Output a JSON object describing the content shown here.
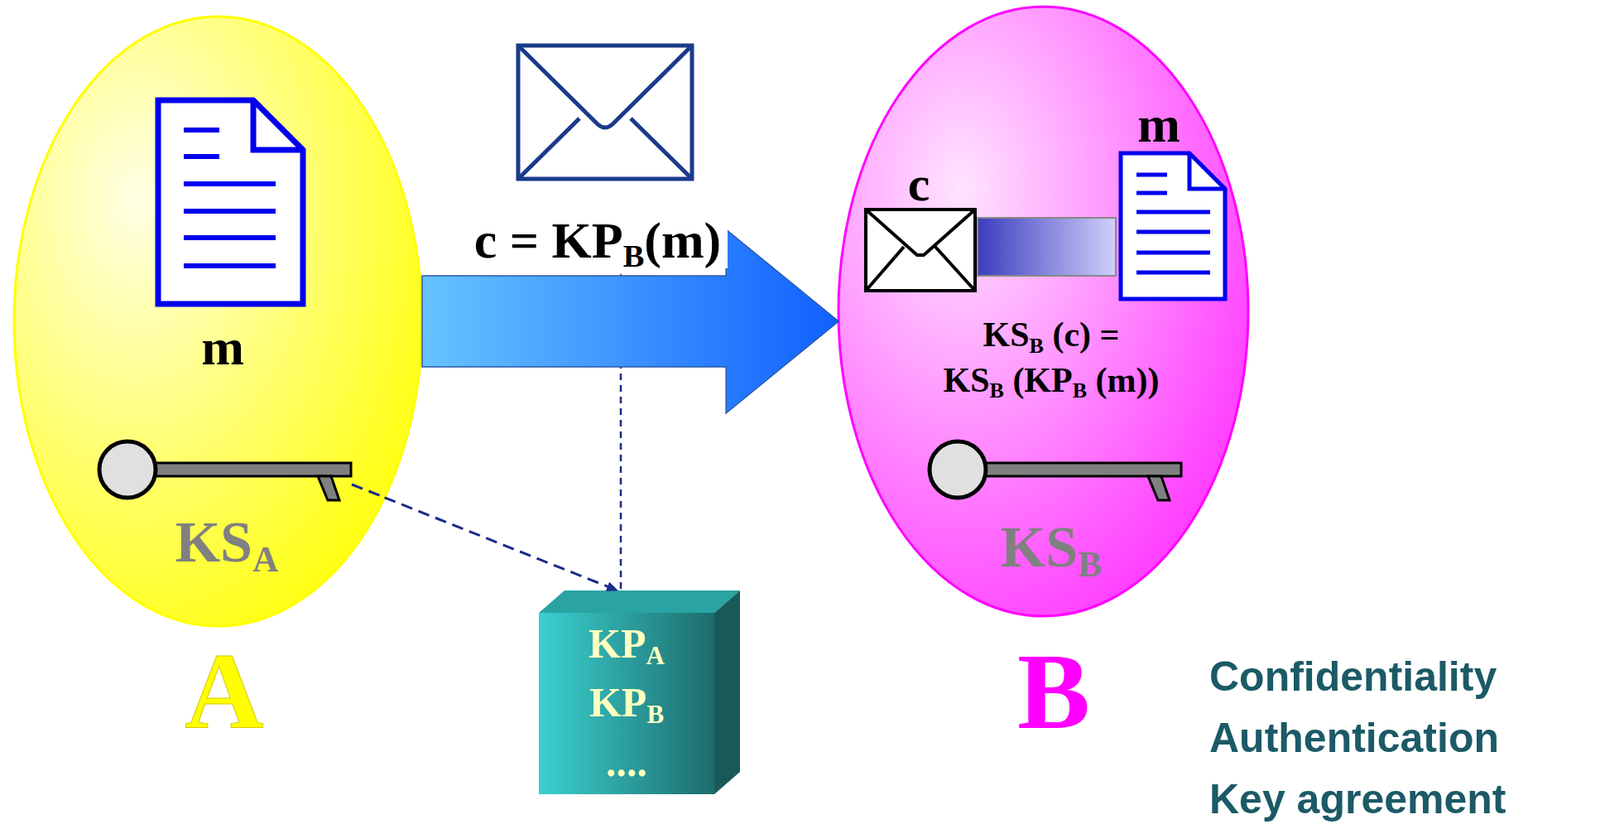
{
  "diagram": {
    "nodes": [
      {
        "text": [
          "m",
          "KSA",
          "A"
        ]
      },
      {
        "text": [
          "c",
          "m",
          "KSB (c) = KSB (KPB (m))",
          "KSB",
          "B"
        ]
      },
      {
        "text": [
          "KPA",
          "KPB",
          "...."
        ]
      }
    ],
    "edges": [
      {
        "from": 0,
        "to": 1,
        "arrow": "to",
        "label": "c = KPB(m)"
      },
      {
        "from": 0,
        "to": 2,
        "arrow": "to"
      }
    ],
    "labels": [
      "Confidentiality",
      "Authentication",
      "Key agreement"
    ]
  }
}
